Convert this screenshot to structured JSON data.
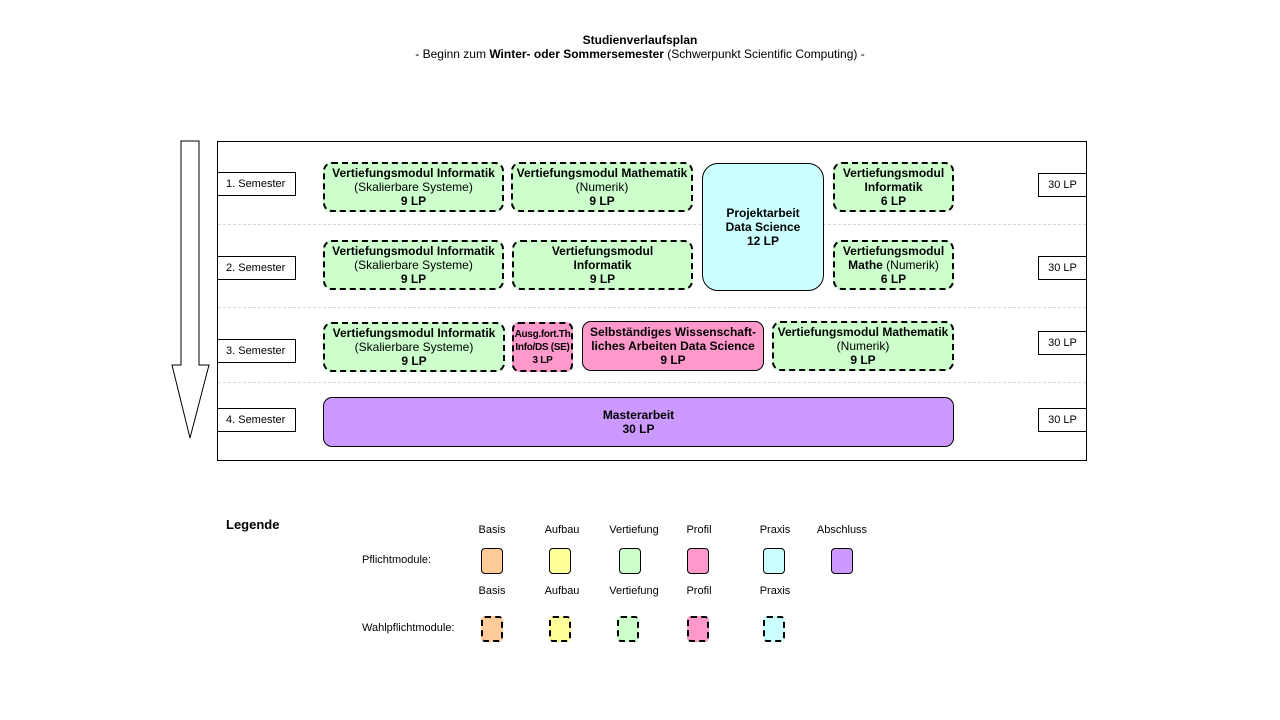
{
  "header": {
    "title": "Studienverlaufsplan",
    "subtitle_pre": "- Beginn zum ",
    "subtitle_bold": "Winter- oder Sommersemester",
    "subtitle_post": " (Schwerpunkt Scientific Computing) -"
  },
  "semesters": [
    {
      "label": "1. Semester",
      "credits": "30 LP"
    },
    {
      "label": "2. Semester",
      "credits": "30 LP"
    },
    {
      "label": "3. Semester",
      "credits": "30 LP"
    },
    {
      "label": "4. Semester",
      "credits": "30 LP"
    }
  ],
  "modules": {
    "s1_inf": {
      "name": "Vertiefungsmodul Informatik",
      "sub": "(Skalierbare Systeme)",
      "lp": "9 LP"
    },
    "s1_math": {
      "name": "Vertiefungsmodul Mathematik",
      "sub": "(Numerik)",
      "lp": "9 LP"
    },
    "projekt": {
      "name1": "Projektarbeit",
      "name2": "Data Science",
      "lp": "12 LP"
    },
    "s1_inf2": {
      "name1": "Vertiefungsmodul",
      "name2": "Informatik",
      "lp": "6 LP"
    },
    "s2_inf": {
      "name": "Vertiefungsmodul Informatik",
      "sub": "(Skalierbare Systeme)",
      "lp": "9 LP"
    },
    "s2_inf2": {
      "name1": "Vertiefungsmodul",
      "name2": "Informatik",
      "lp": "9 LP"
    },
    "s2_mathe": {
      "name1": "Vertiefungsmodul",
      "name2": "Mathe",
      "sub": "(Numerik)",
      "lp": "6 LP"
    },
    "s3_inf": {
      "name": "Vertiefungsmodul Informatik",
      "sub": "(Skalierbare Systeme)",
      "lp": "9 LP"
    },
    "s3_ausg": {
      "line1": "Ausg.fort.Th",
      "line2": "Info/DS (SE)",
      "lp": "3 LP"
    },
    "s3_selbst": {
      "name1": "Selbständiges Wissenschaft-",
      "name2": "liches Arbeiten Data Science",
      "lp": "9 LP"
    },
    "s3_math": {
      "name": "Vertiefungsmodul Mathematik",
      "sub": "(Numerik)",
      "lp": "9 LP"
    },
    "master": {
      "name": "Masterarbeit",
      "lp": "30 LP"
    }
  },
  "legend": {
    "heading": "Legende",
    "pflicht_label": "Pflichtmodule:",
    "wahl_label": "Wahlpflichtmodule:",
    "pflicht_items": [
      "Basis",
      "Aufbau",
      "Vertiefung",
      "Profil",
      "Praxis",
      "Abschluss"
    ],
    "wahl_items": [
      "Basis",
      "Aufbau",
      "Vertiefung",
      "Profil",
      "Praxis"
    ]
  },
  "colors": {
    "basis": "#ffcc99",
    "aufbau": "#ffff99",
    "vertiefung": "#ccffcc",
    "profil": "#ff99cc",
    "praxis": "#ccffff",
    "abschluss": "#cc99ff"
  }
}
